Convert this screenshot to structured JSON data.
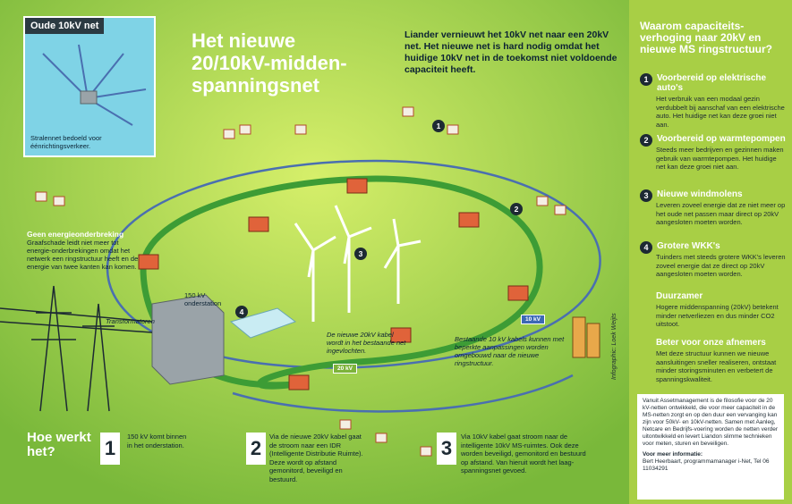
{
  "title": "Het nieuwe 20/10kV-midden-spanningsnet",
  "intro": "Liander vernieuwt het 10kV net naar een 20kV net. Het nieuwe net is hard nodig omdat het huidige 10kV net in de toekomst niet voldoende capaciteit heeft.",
  "inset": {
    "tag": "Oude 10kV net",
    "caption": "Stralennet bedoeld voor éénrichtingsverkeer."
  },
  "labels": {
    "geen_title": "Geen energieonderbreking",
    "geen_body": "Graafschade leidt niet meer tot energie-onderbrekingen omdat het netwerk een ringstructuur heeft en de energie van twee kanten kan komen.",
    "onderstation": "150 kV onderstation",
    "transformatoren": "Transformatoren",
    "nieuwe_kabel": "De nieuwe 20kV kabel wordt in het bestaande net ingevlochten.",
    "bestaande_kabels": "Bestaande 10 kV kabels kunnen met beperkte aanpassingen worden omgebouwd naar de nieuwe ringstructuur.",
    "tag_20kv": "20 kV",
    "tag_10kv": "10 kV",
    "credit": "Infographic: Loek Weijts"
  },
  "map_markers": [
    "1",
    "2",
    "3",
    "4"
  ],
  "hoe": {
    "title": "Hoe werkt het?",
    "steps": [
      {
        "num": "1",
        "text": "150 kV komt binnen in het onderstation."
      },
      {
        "num": "2",
        "text": "Via de nieuwe 20kV kabel gaat de stroom naar een IDR (Intelligente Distributie Ruimte). Deze wordt op afstand gemonitord, beveiligd en bestuurd."
      },
      {
        "num": "3",
        "text": "Via 10kV kabel gaat stroom naar de intelligente 10kV MS-ruimtes. Ook deze worden beveiligd, gemonitord en bestuurd op afstand. Van hieruit wordt het laag-spanningsnet gevoed."
      }
    ]
  },
  "sidebar": {
    "title": "Waarom capaciteits-verhoging naar 20kV en nieuwe MS ringstructuur?",
    "items": [
      {
        "num": "1",
        "heading": "Voorbereid op elektrische auto's",
        "body": "Het verbruik van een modaal gezin verdubbelt bij aanschaf van een elektrische auto. Het huidige net kan deze groei niet aan."
      },
      {
        "num": "2",
        "heading": "Voorbereid op warmtepompen",
        "body": "Steeds meer bedrijven en gezinnen maken gebruik van warmtepompen. Het huidige net kan deze groei niet aan."
      },
      {
        "num": "3",
        "heading": "Nieuwe windmolens",
        "body": "Leveren zoveel energie dat ze niet meer op het oude net passen maar direct op 20kV aangesloten moeten worden."
      },
      {
        "num": "4",
        "heading": "Grotere WKK's",
        "body": "Tuinders met steeds grotere WKK's leveren zoveel energie dat ze direct op 20kV aangesloten moeten worden."
      },
      {
        "num": "",
        "heading": "Duurzamer",
        "body": "Hogere middenspanning (20kV) betekent minder netverliezen en dus minder CO2 uitstoot."
      },
      {
        "num": "",
        "heading": "Beter voor onze afnemers",
        "body": "Met deze structuur kunnen we nieuwe aansluitingen sneller realiseren, ontstaat minder storingsminuten en verbetert de spanningskwaliteit."
      }
    ],
    "box": {
      "text": "Vanuit Assetmanagement is de filosofie voor de 20 kV-netten ontwikkeld, die voor meer capaciteit in de MS-netten zorgt en op den duur een vervanging kan zijn voor 50kV- en 10kV-netten. Samen met Aanleg, Netcare en Bedrijfs-voering worden de netten verder uitontwikkeld en levert Liandon slimme technieken voor meten, sturen en beveiligen.",
      "contact_title": "Voor meer informatie:",
      "contact_body": "Bert Heerbaart, programmamanager i-Net, Tel 06 11034291"
    }
  }
}
